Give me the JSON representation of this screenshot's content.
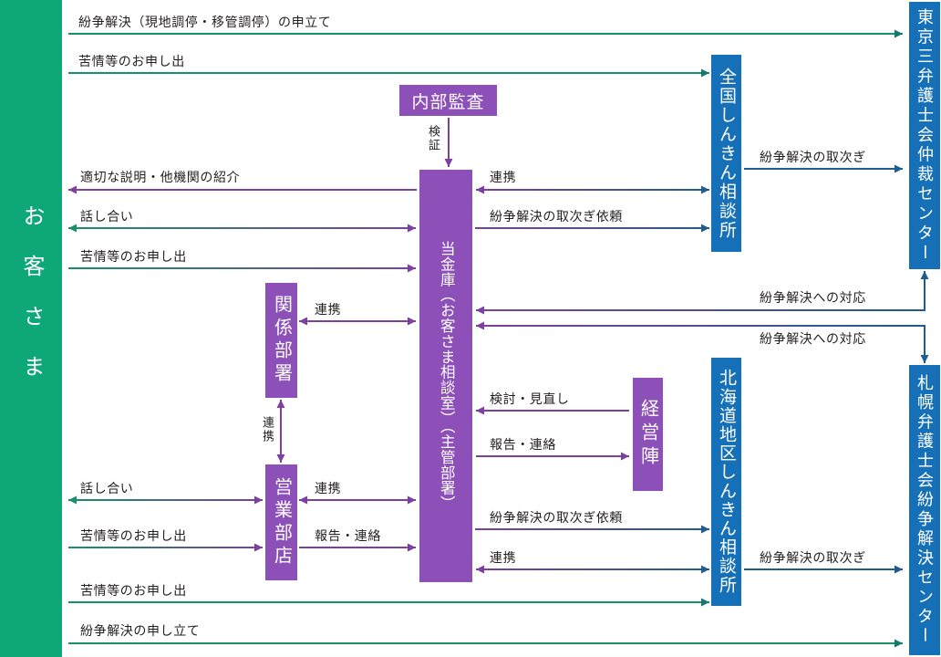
{
  "colors": {
    "customer_box": "#0ea878",
    "line_green": "#17906b",
    "arrow_teal": "#15786f",
    "purple_box": "#8d4fb8",
    "line_purple": "#7c3fa2",
    "blue_box": "#1570b8",
    "line_blue": "#1f5c93"
  },
  "nodes": {
    "customer": "お客さま",
    "internal_audit": "内部監査",
    "bank": "当金庫（お客さま相談室）（主管部署）",
    "related_departments": "関係部署",
    "branches": "営業部店",
    "management": "経営陣",
    "national_shinkin_center": "全国しんきん相談所",
    "hokkaido_shinkin_center": "北海道地区しんきん相談所",
    "tokyo_arbitration_center": "東京三弁護士会仲裁センター",
    "sapporo_dispute_center": "札幌弁護士会紛争解決センター"
  },
  "labels": {
    "dispute_filing_tokyo": "紛争解決（現地調停・移管調停）の申立て",
    "complaint_to_national": "苦情等のお申し出",
    "verification": "検証",
    "explanation_referral": "適切な説明・他機関の紹介",
    "cooperation_national": "連携",
    "forward_to_tokyo": "紛争解決の取次ぎ",
    "discussion_bank": "話し合い",
    "forward_request_national": "紛争解決の取次ぎ依頼",
    "complaint_to_bank": "苦情等のお申し出",
    "response_tokyo": "紛争解決への対応",
    "cooperation_related": "連携",
    "response_sapporo": "紛争解決への対応",
    "review": "検討・見直し",
    "cooperation_related_branch": "連携",
    "report_management": "報告・連絡",
    "discussion_branch": "話し合い",
    "cooperation_branch_bank": "連携",
    "forward_request_hokkaido": "紛争解決の取次ぎ依頼",
    "complaint_to_branch": "苦情等のお申し出",
    "report_branch": "報告・連絡",
    "cooperation_hokkaido": "連携",
    "forward_to_sapporo": "紛争解決の取次ぎ",
    "complaint_to_hokkaido": "苦情等のお申し出",
    "dispute_filing_sapporo": "紛争解決の申し立て"
  }
}
